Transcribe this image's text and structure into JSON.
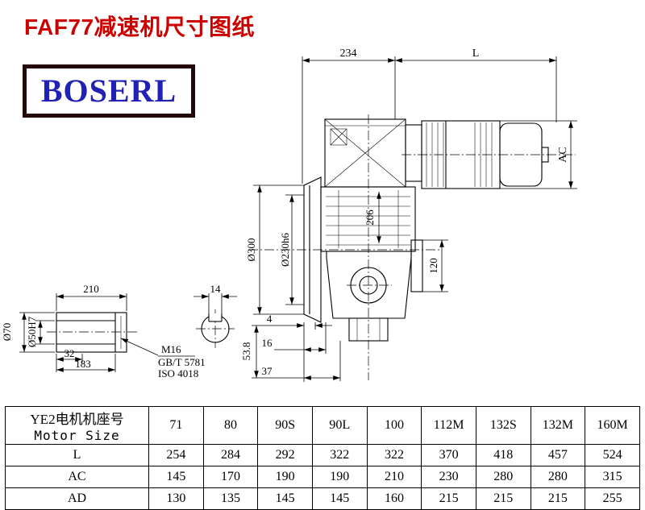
{
  "page": {
    "title": "FAF77减速机尺寸图纸",
    "logo_text": "BOSERL"
  },
  "drawing": {
    "dims": {
      "depth_234": "234",
      "motor_length": "L",
      "motor_height": "AC",
      "case_206": "206",
      "flange_outer": "Ø300",
      "flange_spigot": "Ø230h6",
      "output_120": "120",
      "offset_4": "4",
      "offset_16": "16",
      "offset_53_8": "53.8",
      "offset_37": "37",
      "shaft_length_210": "210",
      "keyway_14": "14",
      "shaft_outer": "Ø70",
      "shaft_bore": "Ø50H7",
      "bore_depth_32": "32",
      "bore_depth_183": "183",
      "thread": "M16",
      "thread_std_gb": "GB/T 5781",
      "thread_std_iso": "ISO 4018"
    }
  },
  "table": {
    "header": {
      "label_cn": "YE2电机机座号",
      "label_en": "Motor Size"
    },
    "sizes": [
      "71",
      "80",
      "90S",
      "90L",
      "100",
      "112M",
      "132S",
      "132M",
      "160M"
    ],
    "rows": [
      {
        "label": "L",
        "values": [
          "254",
          "284",
          "292",
          "322",
          "322",
          "370",
          "418",
          "457",
          "524"
        ]
      },
      {
        "label": "AC",
        "values": [
          "145",
          "170",
          "190",
          "190",
          "210",
          "230",
          "280",
          "280",
          "315"
        ]
      },
      {
        "label": "AD",
        "values": [
          "130",
          "135",
          "145",
          "145",
          "160",
          "215",
          "215",
          "215",
          "255"
        ]
      }
    ]
  }
}
